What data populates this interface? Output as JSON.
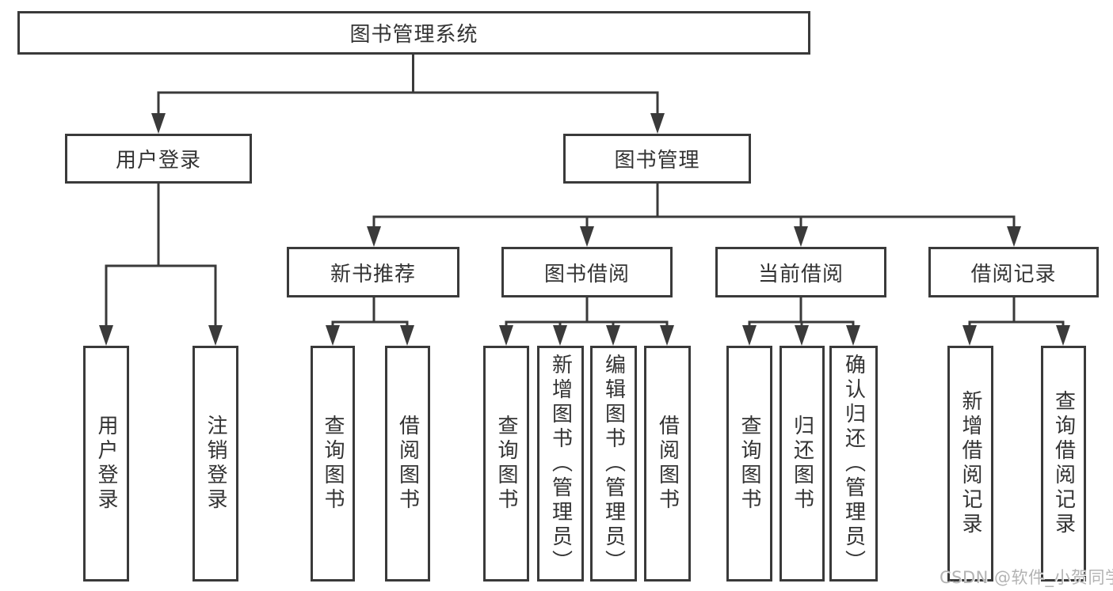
{
  "colors": {
    "line": "#3a3a3a",
    "text": "#333333",
    "background": "#ffffff",
    "watermark": "#b3b3b3"
  },
  "watermark": {
    "text": "CSDN @软件_小贺同学"
  },
  "diagram": {
    "type": "hierarchy-tree",
    "root": {
      "label": "图书管理系统"
    },
    "branches": [
      {
        "label": "用户登录",
        "children": [
          {
            "label": "用户登录"
          },
          {
            "label": "注销登录"
          }
        ]
      },
      {
        "label": "图书管理",
        "children": [
          {
            "label": "新书推荐",
            "children": [
              {
                "label": "查询图书"
              },
              {
                "label": "借阅图书"
              }
            ]
          },
          {
            "label": "图书借阅",
            "children": [
              {
                "label": "查询图书"
              },
              {
                "label": "新增图书（管理员）"
              },
              {
                "label": "编辑图书（管理员）"
              },
              {
                "label": "借阅图书"
              }
            ]
          },
          {
            "label": "当前借阅",
            "children": [
              {
                "label": "查询图书"
              },
              {
                "label": "归还图书"
              },
              {
                "label": "确认归还（管理员）"
              }
            ]
          },
          {
            "label": "借阅记录",
            "children": [
              {
                "label": "新增借阅记录"
              },
              {
                "label": "查询借阅记录"
              }
            ]
          }
        ]
      }
    ]
  }
}
